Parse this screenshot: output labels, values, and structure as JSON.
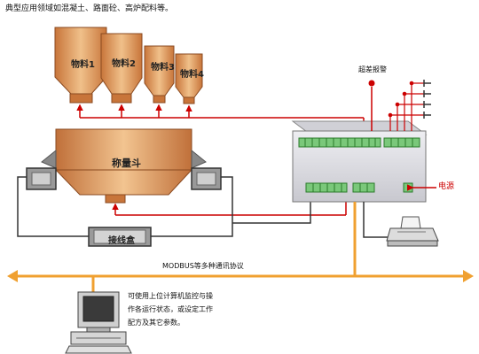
{
  "header_text": "典型应用领域如混凝土、路面砼、高炉配料等。",
  "hoppers": [
    {
      "label": "物料1"
    },
    {
      "label": "物料2"
    },
    {
      "label": "物料3"
    },
    {
      "label": "物料4"
    }
  ],
  "weigh_hopper_label": "称量斗",
  "junction_box_label": "接线盒",
  "alarm_label": "超差报警",
  "power_label": "电源",
  "bus_label": "MODBUS等多种通讯协议",
  "pc_text": [
    "可使用上位计算机监控与操",
    "作各运行状态，或设定工作",
    "配方及其它参数。"
  ],
  "colors": {
    "arrow": "#cc0000",
    "bus": "#f0a030",
    "hopper": "#d9955e",
    "panel": "#dcdce0"
  }
}
